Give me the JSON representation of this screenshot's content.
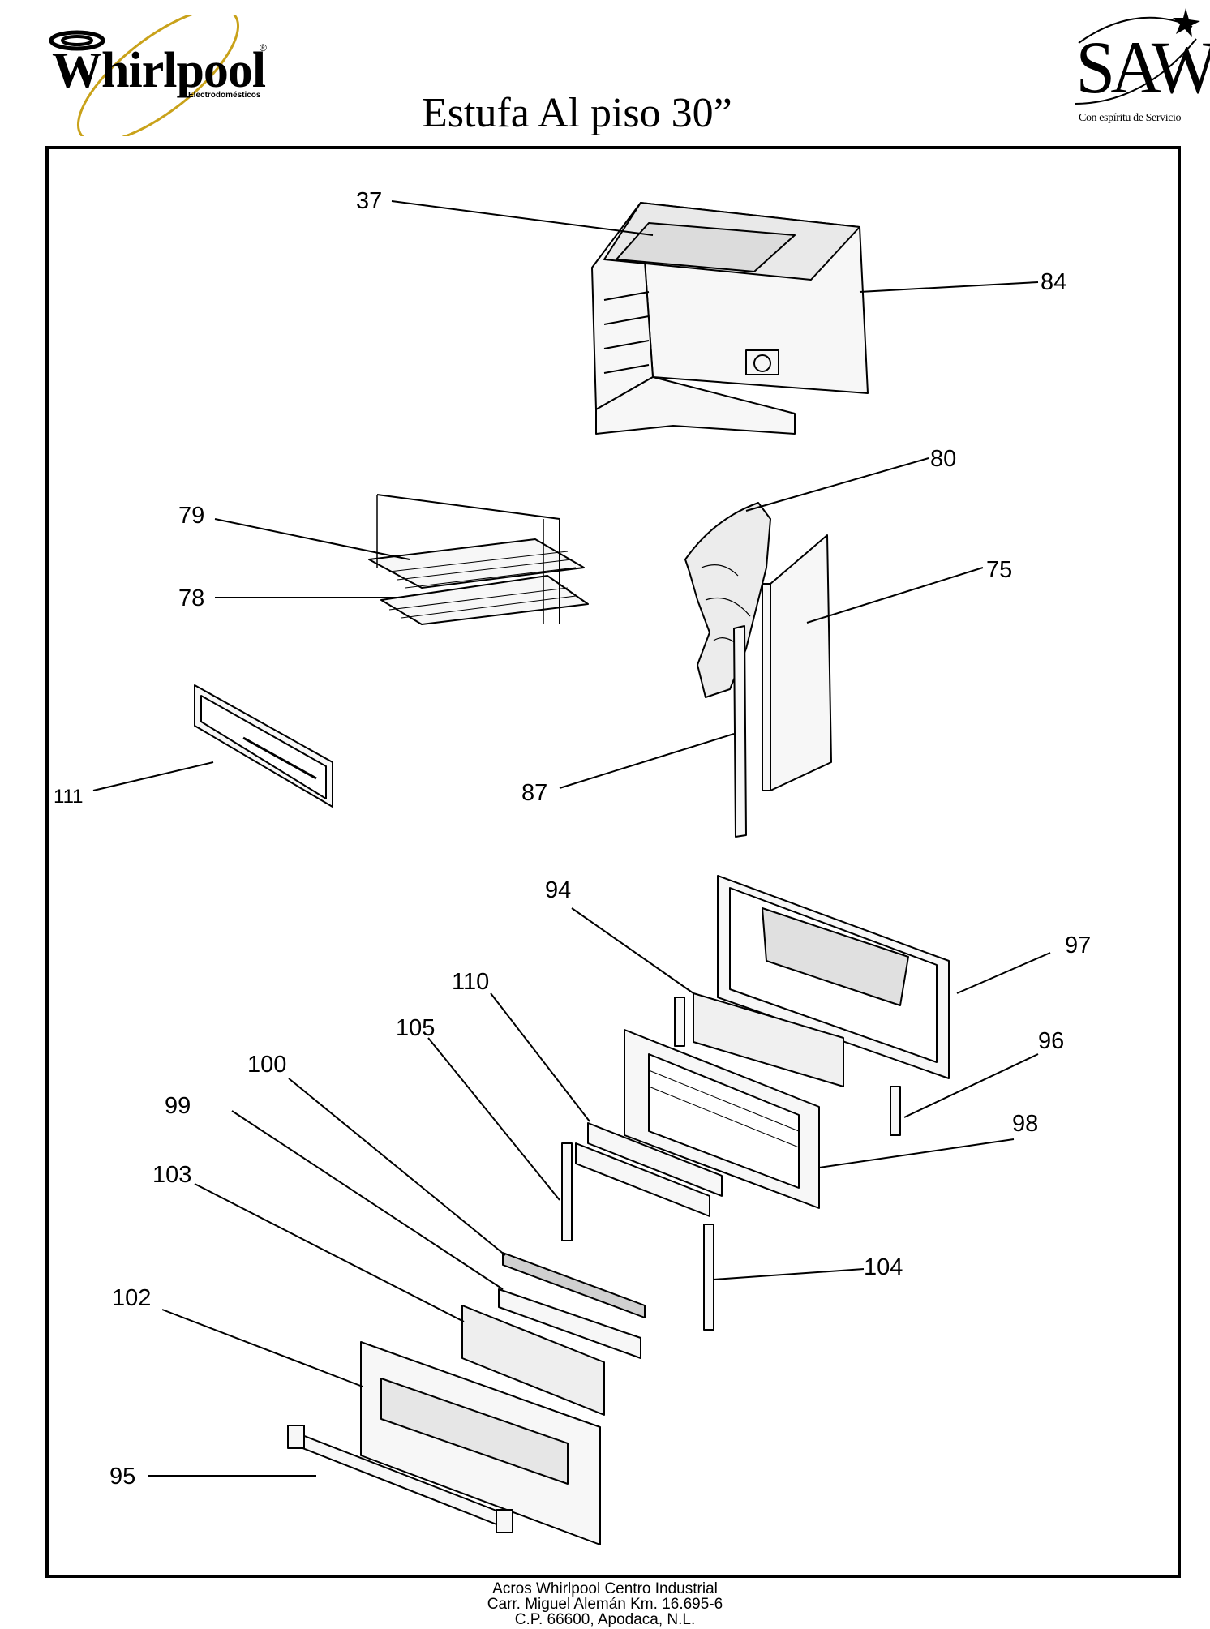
{
  "header": {
    "brand_left": "Whirlpool",
    "brand_left_registered": "®",
    "brand_left_sub": "Electrodomésticos",
    "brand_right": "SAW",
    "brand_right_tagline": "Con espíritu de Servicio",
    "title": "Estufa Al piso 30”"
  },
  "callouts": [
    "37",
    "84",
    "80",
    "79",
    "78",
    "75",
    "111",
    "87",
    "94",
    "97",
    "110",
    "105",
    "96",
    "100",
    "98",
    "99",
    "103",
    "104",
    "102",
    "95"
  ],
  "footer": {
    "line1": "Acros Whirlpool Centro Industrial",
    "line2": "Carr. Miguel Alemán Km. 16.695-6",
    "line3": "C.P. 66600, Apodaca, N.L."
  },
  "colors": {
    "ink": "#000000",
    "logo_ring": "#c9a21a",
    "part_fill": "#f2f2f2"
  }
}
